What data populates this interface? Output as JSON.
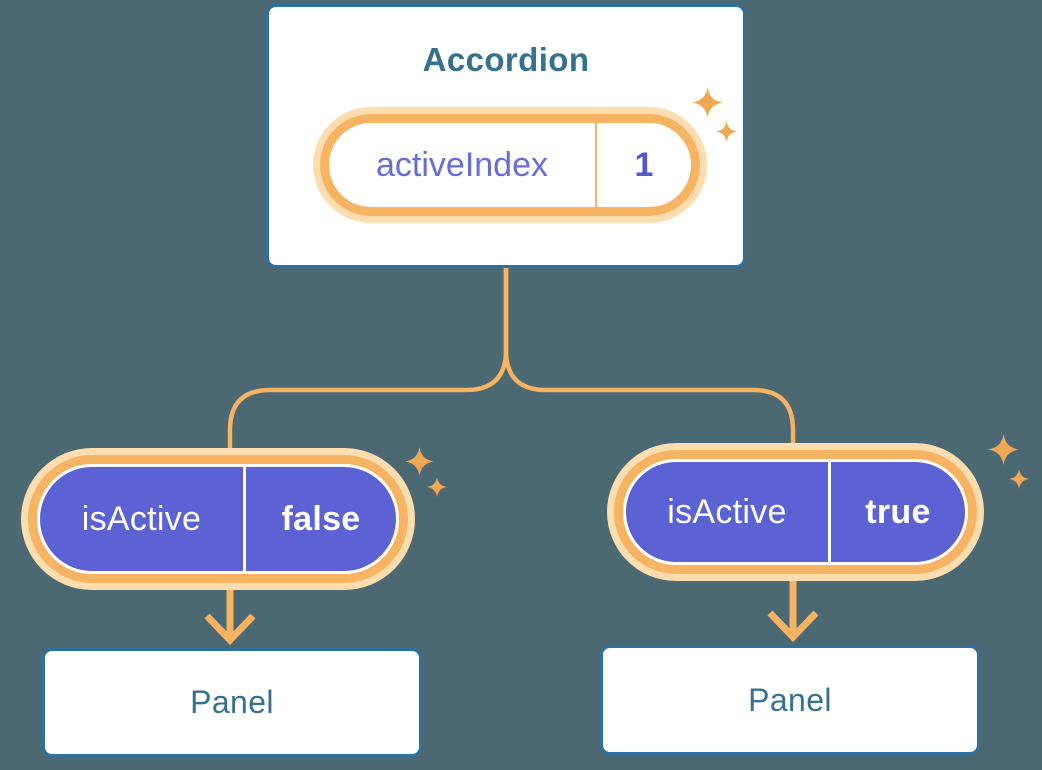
{
  "diagram": {
    "description": "React component tree showing state lifted up: Accordion holds activeIndex state and passes isActive props to two Panels"
  },
  "colors": {
    "background": "#4C6973",
    "card_border_blue": "#2F719E",
    "heading_text_blue": "#35708E",
    "connector_orange": "#F6B462",
    "glow_light_orange": "#FBDDB0",
    "prop_pill_purple": "#5C62D4",
    "state_label_purple": "#666CDA",
    "state_value_purple": "#5357CE",
    "sparkle_orange": "#F1A854",
    "pill_text_white": "#FFFFFF"
  },
  "accordion": {
    "title": "Accordion",
    "state": {
      "label": "activeIndex",
      "value": "1"
    }
  },
  "children": [
    {
      "prop": {
        "label": "isActive",
        "value": "false"
      },
      "panel": {
        "title": "Panel"
      }
    },
    {
      "prop": {
        "label": "isActive",
        "value": "true"
      },
      "panel": {
        "title": "Panel"
      }
    }
  ],
  "icons": {
    "sparkle": "four-pointed-star sparkle (decorative, marks state/props highlight)"
  }
}
